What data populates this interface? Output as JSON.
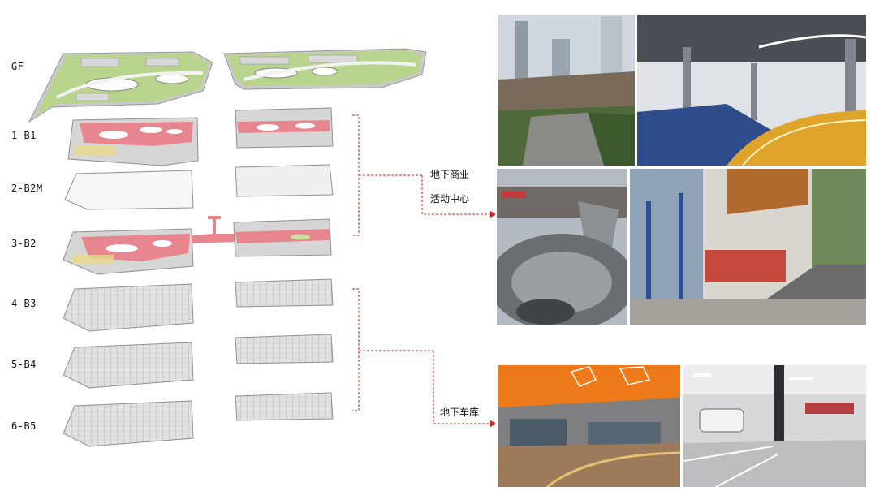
{
  "floors": [
    {
      "id": "gf",
      "label": "GF"
    },
    {
      "id": "b1",
      "label": "1-B1"
    },
    {
      "id": "b2m",
      "label": "2-B2M"
    },
    {
      "id": "b2",
      "label": "3-B2"
    },
    {
      "id": "b3",
      "label": "4-B3"
    },
    {
      "id": "b4",
      "label": "5-B4"
    },
    {
      "id": "b5",
      "label": "6-B5"
    }
  ],
  "groups": {
    "commercial": {
      "line1": "地下商业",
      "line2": "活动中心"
    },
    "parking": {
      "line1": "地下车库"
    }
  },
  "colors": {
    "connector": "#d9231f",
    "retail_pink": "#e8868f",
    "green_roof": "#b9d48c",
    "slab_gray": "#c8c8c8"
  }
}
